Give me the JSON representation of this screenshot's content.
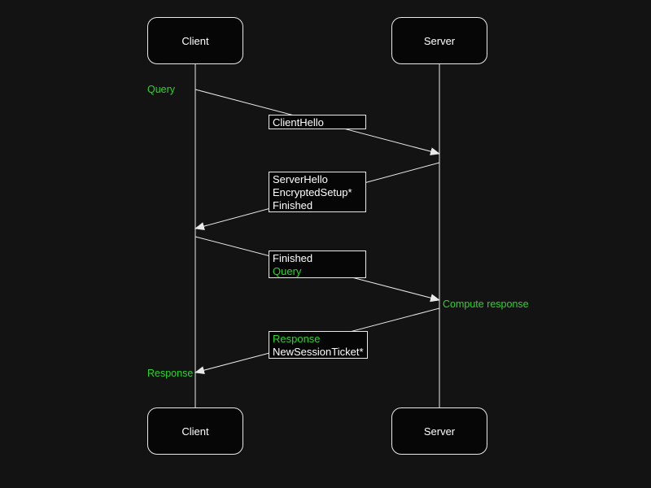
{
  "colors": {
    "background": "#131313",
    "box_fill": "#060606",
    "line": "#e9e9e9",
    "text": "#ffffff",
    "accent_green": "#2bd52b"
  },
  "actors": {
    "client_label": "Client",
    "server_label": "Server"
  },
  "annotations": {
    "query": "Query",
    "compute_response": "Compute response",
    "response": "Response"
  },
  "messages": [
    {
      "from": "Client",
      "to": "Server",
      "lines": [
        {
          "text": "ClientHello",
          "color": "#ffffff"
        }
      ]
    },
    {
      "from": "Server",
      "to": "Client",
      "lines": [
        {
          "text": "ServerHello",
          "color": "#ffffff"
        },
        {
          "text": "EncryptedSetup*",
          "color": "#ffffff"
        },
        {
          "text": "Finished",
          "color": "#ffffff"
        }
      ]
    },
    {
      "from": "Client",
      "to": "Server",
      "lines": [
        {
          "text": "Finished",
          "color": "#ffffff"
        },
        {
          "text": "Query",
          "color": "#2bd52b"
        }
      ]
    },
    {
      "from": "Server",
      "to": "Client",
      "lines": [
        {
          "text": "Response",
          "color": "#2bd52b"
        },
        {
          "text": "NewSessionTicket*",
          "color": "#ffffff"
        }
      ]
    }
  ]
}
